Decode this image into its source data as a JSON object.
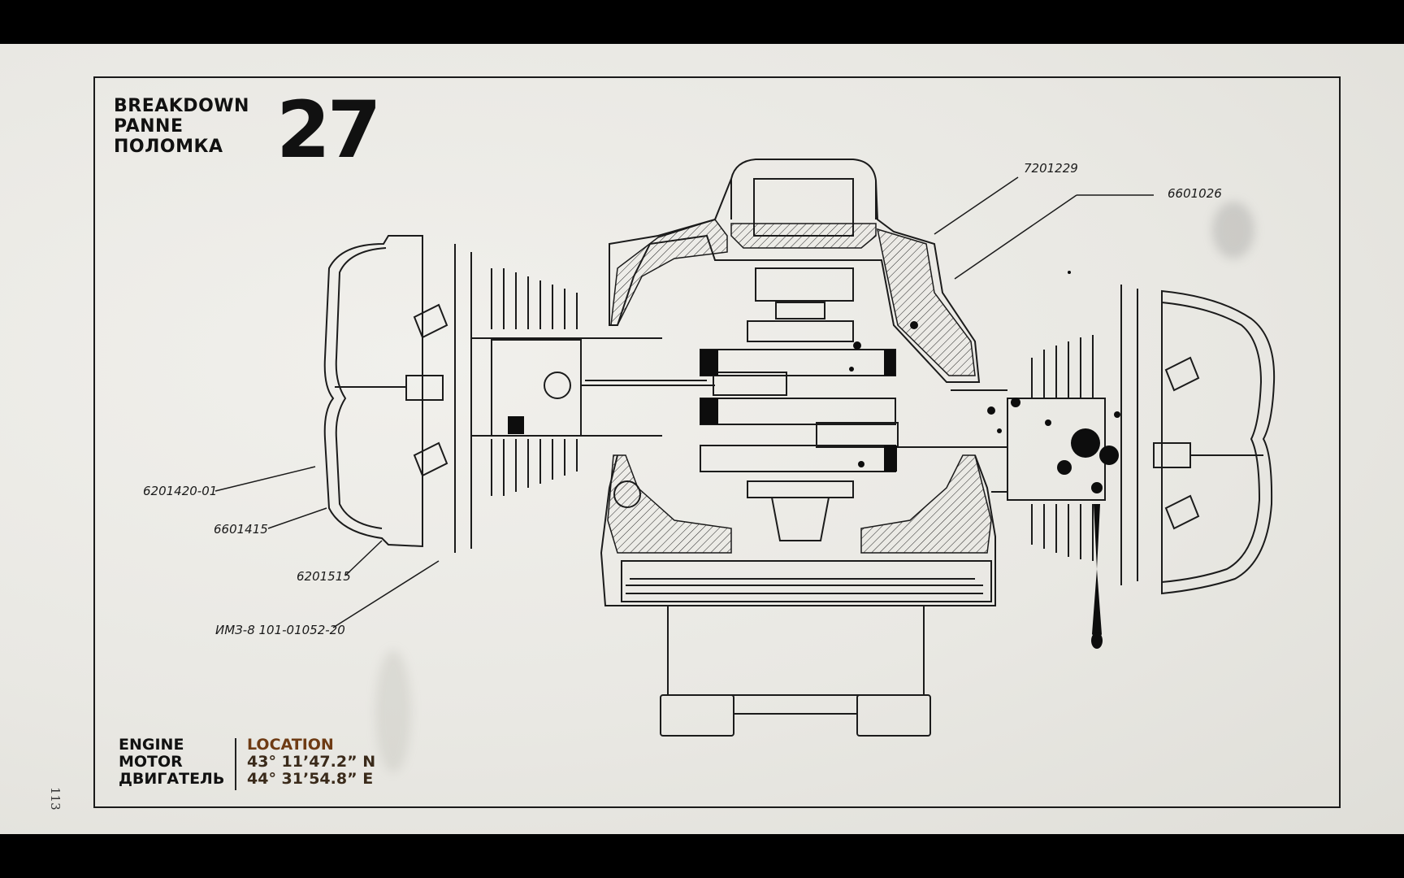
{
  "header": {
    "words": [
      "BREAKDOWN",
      "PANNE",
      "ПОЛОМКА"
    ],
    "number": "27"
  },
  "part_labels": [
    {
      "id": "part-7201229",
      "text": "7201229"
    },
    {
      "id": "part-6601026",
      "text": "6601026"
    },
    {
      "id": "part-6201420-01",
      "text": "6201420-01"
    },
    {
      "id": "part-6601415",
      "text": "6601415"
    },
    {
      "id": "part-6201515",
      "text": "6201515"
    },
    {
      "id": "part-imz",
      "text": "ИМЗ-8 101-01052-20"
    }
  ],
  "footer": {
    "category": [
      "ENGINE",
      "MOTOR",
      "ДВИГАТЕЛЬ"
    ],
    "location_label": "LOCATION",
    "latitude": "43° 11’47.2” N",
    "longitude": "44° 31’54.8” E"
  },
  "page_number": "113",
  "colors": {
    "paper": "#ecebe6",
    "ink": "#111111",
    "location_accent": "#6e3b14"
  }
}
